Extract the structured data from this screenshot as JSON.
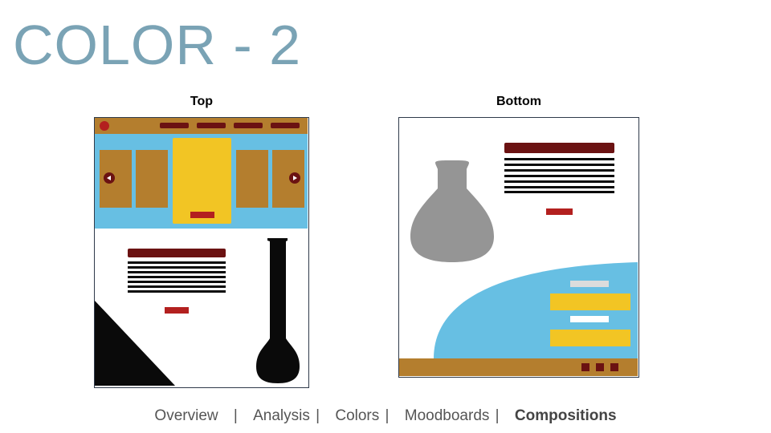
{
  "slide": {
    "title": "COLOR - 2"
  },
  "panels": {
    "top_label": "Top",
    "bottom_label": "Bottom"
  },
  "nav": {
    "items": [
      {
        "label": "Overview"
      },
      {
        "label": "Analysis"
      },
      {
        "label": "Colors"
      },
      {
        "label": "Moodboards"
      },
      {
        "label": "Compositions"
      }
    ],
    "separator": "|",
    "active": "Compositions"
  },
  "colors": {
    "title": "#7aa3b5",
    "mustard": "#b47e2e",
    "sky": "#67bfe3",
    "yellow": "#f2c524",
    "maroon": "#6b1212",
    "red": "#b3201f",
    "black": "#0a0a0a",
    "gray": "#959595",
    "light_gray": "#dcdcdc"
  }
}
